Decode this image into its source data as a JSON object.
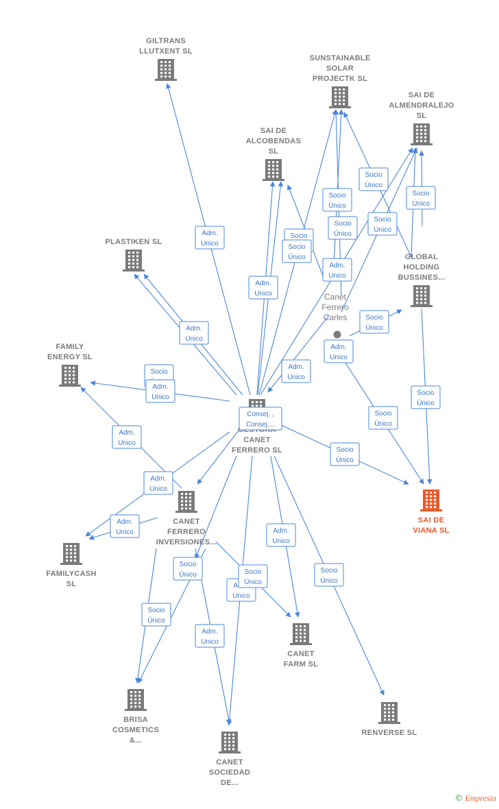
{
  "colors": {
    "edge": "#4a86d8",
    "node": "#7a7a7a",
    "main_node": "#e8592a"
  },
  "nodes": [
    {
      "id": "giltrans",
      "icon": "building-icon",
      "lines": [
        "GILTRANS",
        "LLUTXENT  SL"
      ]
    },
    {
      "id": "sunstainable",
      "icon": "building-icon",
      "lines": [
        "SUNSTAINABLE",
        "SOLAR",
        "PROJECTK  SL"
      ]
    },
    {
      "id": "almendralejo",
      "icon": "building-icon",
      "lines": [
        "SAI DE",
        "ALMENDRALEJO",
        "SL"
      ]
    },
    {
      "id": "alcobendas",
      "icon": "building-icon",
      "lines": [
        "SAI DE",
        "ALCOBENDAS",
        "SL"
      ]
    },
    {
      "id": "plastiken",
      "icon": "building-icon",
      "lines": [
        "PLASTIKEN SL"
      ]
    },
    {
      "id": "global",
      "icon": "building-icon",
      "lines": [
        "GLOBAL",
        "HOLDING",
        "BUSSINES..."
      ]
    },
    {
      "id": "family_energy",
      "icon": "building-icon",
      "lines": [
        "FAMILY",
        "ENERGY  SL"
      ]
    },
    {
      "id": "gestora",
      "icon": "building-icon",
      "lines": [
        "GESTORA",
        "CANET",
        "FERRERO  SL"
      ]
    },
    {
      "id": "sai_viana",
      "icon": "building-icon",
      "main": true,
      "lines": [
        "SAI DE",
        "VIANA  SL"
      ]
    },
    {
      "id": "inversiones",
      "icon": "building-icon",
      "lines": [
        "CANET",
        "FERRERO",
        "INVERSIONES..."
      ]
    },
    {
      "id": "familycash",
      "icon": "building-icon",
      "lines": [
        "FAMILYCASH",
        "SL"
      ]
    },
    {
      "id": "farm",
      "icon": "building-icon",
      "lines": [
        "CANET",
        "FARM  SL"
      ]
    },
    {
      "id": "brisa",
      "icon": "building-icon",
      "lines": [
        "BRISA",
        "COSMETICS",
        "&..."
      ]
    },
    {
      "id": "sociedad",
      "icon": "building-icon",
      "lines": [
        "CANET",
        "SOCIEDAD",
        "DE..."
      ]
    },
    {
      "id": "renverse",
      "icon": "building-icon",
      "lines": [
        "RENVERSE  SL"
      ]
    },
    {
      "id": "person",
      "icon": "person-icon",
      "lines": [
        "Canet",
        "Ferrero",
        "Carles"
      ]
    }
  ],
  "badges": [
    {
      "id": "b1",
      "lines": [
        "Adm.",
        "Unico"
      ]
    },
    {
      "id": "b2",
      "lines": [
        "Socio",
        "Único"
      ]
    },
    {
      "id": "b3",
      "lines": [
        "Socio",
        "Único"
      ]
    },
    {
      "id": "b4",
      "lines": [
        "Socio",
        "Único"
      ]
    },
    {
      "id": "b5",
      "lines": [
        "Socio",
        "Único"
      ]
    },
    {
      "id": "b6",
      "lines": [
        "Socio",
        "Único"
      ]
    },
    {
      "id": "b7",
      "lines": [
        "Socio",
        "Único"
      ]
    },
    {
      "id": "b8",
      "lines": [
        "Socio",
        "Único"
      ]
    },
    {
      "id": "b9",
      "lines": [
        "Adm.",
        "Unico"
      ]
    },
    {
      "id": "b10",
      "lines": [
        "Adm.",
        "Unico"
      ]
    },
    {
      "id": "b11",
      "lines": [
        "Adm.",
        "Unico"
      ]
    },
    {
      "id": "b12",
      "lines": [
        "Socio",
        "Único"
      ]
    },
    {
      "id": "b13",
      "lines": [
        "Adm.",
        "Unico"
      ]
    },
    {
      "id": "b14",
      "lines": [
        "Adm.",
        "Unico"
      ]
    },
    {
      "id": "b15",
      "lines": [
        "Socio",
        "Único"
      ]
    },
    {
      "id": "b16",
      "lines": [
        "Socio",
        "Único"
      ]
    },
    {
      "id": "b17",
      "lines": [
        "Consej. ,",
        "Consej...."
      ]
    },
    {
      "id": "b18",
      "lines": [
        "Adm.",
        "Unico"
      ]
    },
    {
      "id": "b19",
      "lines": [
        "Socio",
        "Único"
      ]
    },
    {
      "id": "b20",
      "lines": [
        "Adm.",
        "Unico"
      ]
    },
    {
      "id": "b21",
      "lines": [
        "Socio",
        "Único"
      ]
    },
    {
      "id": "b22",
      "lines": [
        "Adm.",
        "Unico"
      ]
    },
    {
      "id": "b23",
      "lines": [
        "Adm.",
        "Unico"
      ]
    },
    {
      "id": "b24",
      "lines": [
        "Adm.",
        "Unico"
      ]
    },
    {
      "id": "b25",
      "lines": [
        "Socio",
        "Único"
      ]
    },
    {
      "id": "b26",
      "lines": [
        "Adm.",
        "Unico"
      ]
    },
    {
      "id": "b27",
      "lines": [
        "Socio",
        "Único"
      ]
    },
    {
      "id": "b28",
      "lines": [
        "Socio",
        "Único"
      ]
    },
    {
      "id": "b29",
      "lines": [
        "Socio",
        "Único"
      ]
    },
    {
      "id": "b30",
      "lines": [
        "Adm.",
        "Unico"
      ]
    }
  ],
  "footer": {
    "copyright": "©",
    "brand": "Empresia"
  }
}
